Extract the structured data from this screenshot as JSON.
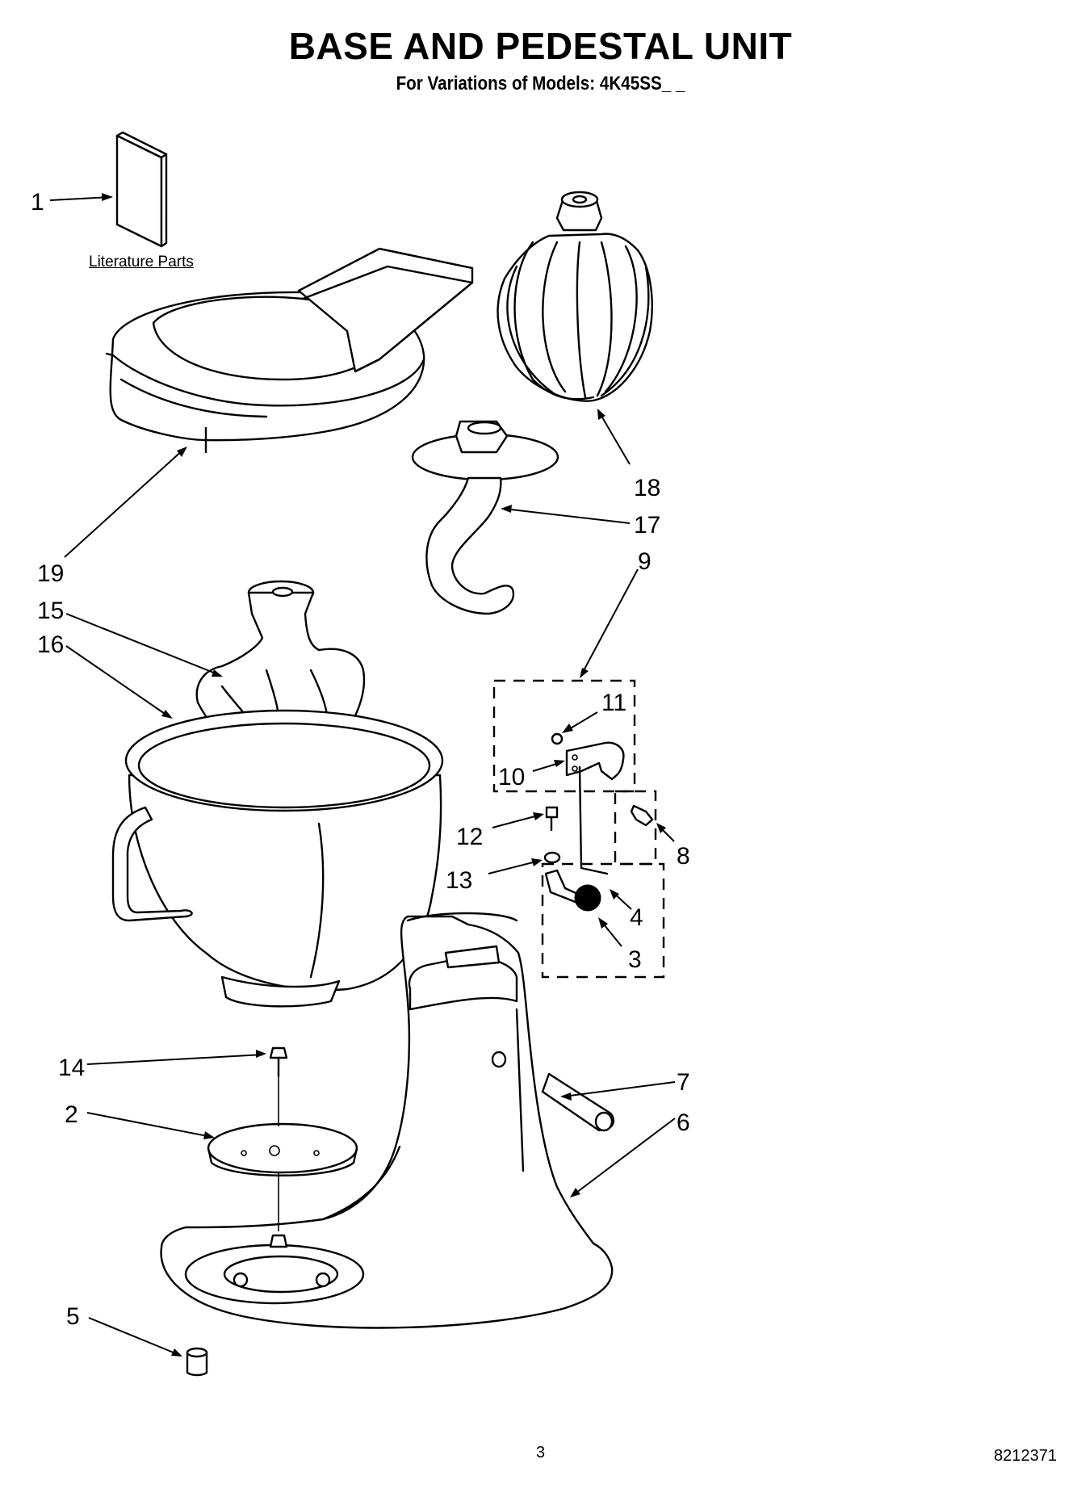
{
  "header": {
    "title": "BASE AND PEDESTAL UNIT",
    "subtitle": "For Variations of Models: 4K45SS_ _"
  },
  "literature_label": "Literature Parts",
  "callouts": [
    "1",
    "19",
    "18",
    "17",
    "9",
    "15",
    "16",
    "11",
    "10",
    "12",
    "8",
    "13",
    "4",
    "3",
    "14",
    "7",
    "2",
    "6",
    "5"
  ],
  "footer": {
    "page_number": "3",
    "doc_number": "8212371"
  }
}
